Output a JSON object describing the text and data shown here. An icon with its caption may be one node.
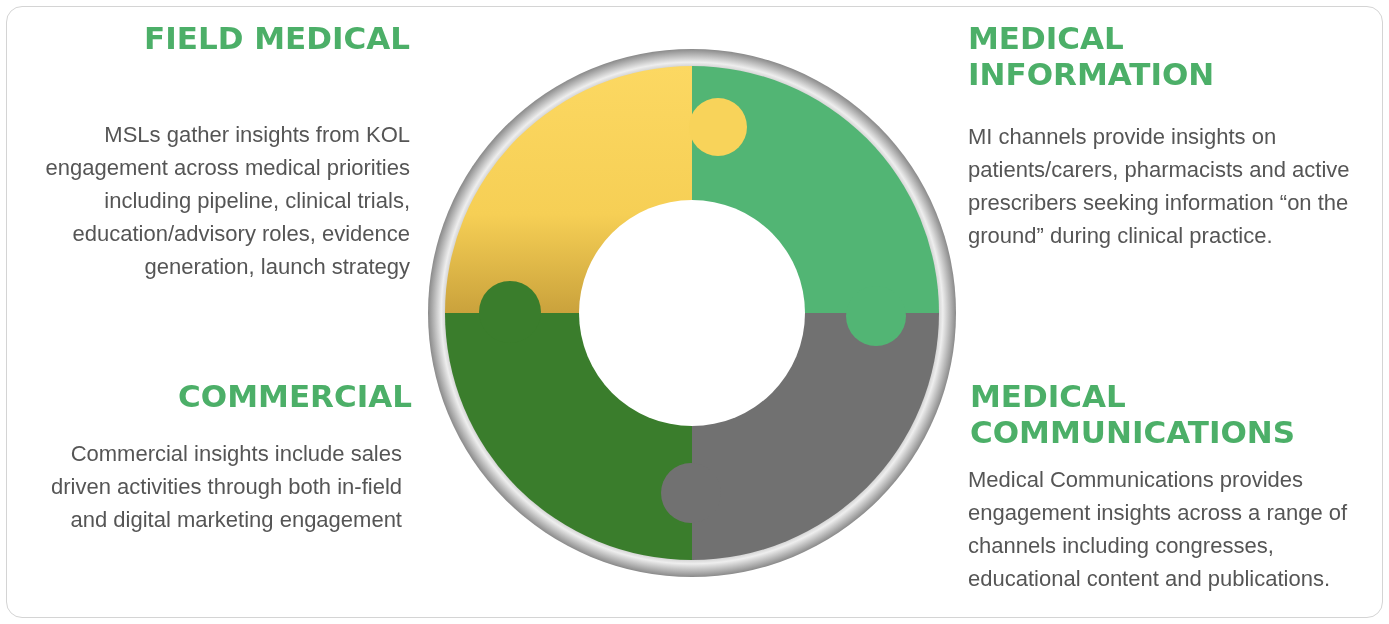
{
  "diagram": {
    "labels": [
      "FIELD MEDICAL",
      "MSLs gather insights from KOL engagement across medical priorities including pipeline, clinical trials, education/advisory roles, evidence generation, launch strategy",
      "MEDICAL INFORMATION",
      "MI channels provide insights on patients/carers, pharmacists and active prescribers seeking information “on the ground” during clinical practice.",
      "COMMERCIAL",
      "Commercial insights include sales driven activities through both in-field and digital marketing engagement",
      "MEDICAL COMMUNICATIONS",
      "Medical Communications provides engagement insights across a range of channels including congresses, educational content and publications."
    ]
  }
}
